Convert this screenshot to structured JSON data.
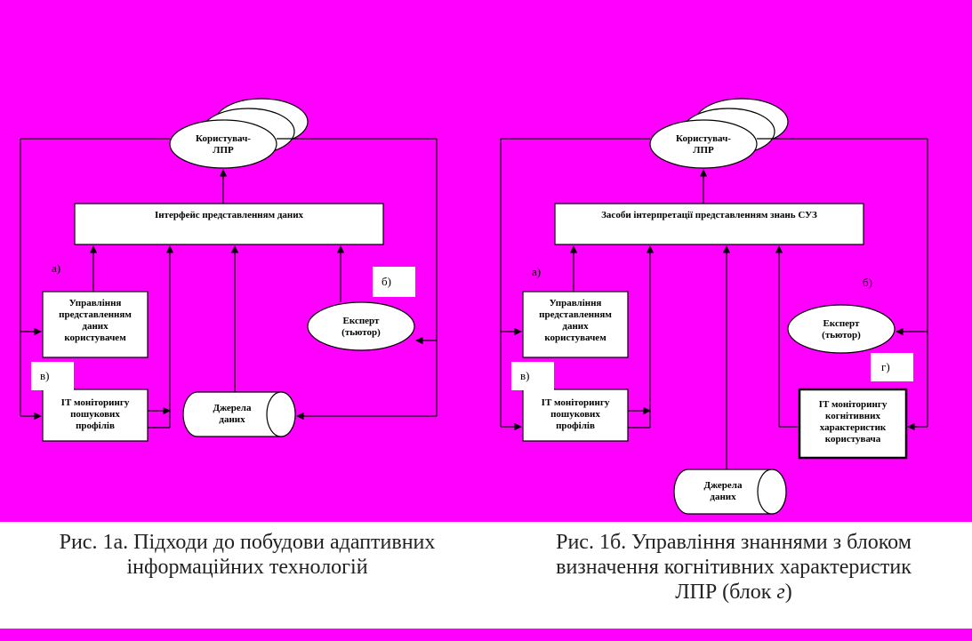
{
  "colors": {
    "background": "#ff00ff",
    "box_fill": "#ffffff",
    "line": "#000000"
  },
  "left": {
    "user": "Користувач-\nЛПР",
    "interface": "Інтерфейс  представленням даних",
    "label_a": "а)",
    "label_b": "б)",
    "label_v": "в)",
    "manage": "Управління\nпредставленням\nданих\nкористувачем",
    "expert": "Експерт\n(тьютор)",
    "it_monitor": "ІТ моніторингу\nпошукових\nпрофілів",
    "data_src": "Джерела\nданих"
  },
  "right": {
    "user": "Користувач-\nЛПР",
    "interface": "Засоби інтерпретації представленням знань СУЗ",
    "label_a": "а)",
    "label_b": "б)",
    "label_v": "в)",
    "label_g": "г)",
    "manage": "Управління\nпредставленням\nданих\nкористувачем",
    "expert": "Експерт\n(тьютор)",
    "it_monitor": "ІТ моніторингу\nпошукових\nпрофілів",
    "cognitive": "ІТ моніторингу\nкогнітивних\nхарактеристик\nкористувача",
    "data_src": "Джерела\nданих"
  },
  "captions": {
    "left_line1": "Рис. 1а. Підходи до побудови адаптивних",
    "left_line2": "інформаційних технологій",
    "right_line1": "Рис. 1б. Управління знаннями з блоком",
    "right_line2": "визначення когнітивних характеристик",
    "right_line3_main": "ЛПР (блок ",
    "right_line3_italic": "г",
    "right_line3_end": ")"
  }
}
